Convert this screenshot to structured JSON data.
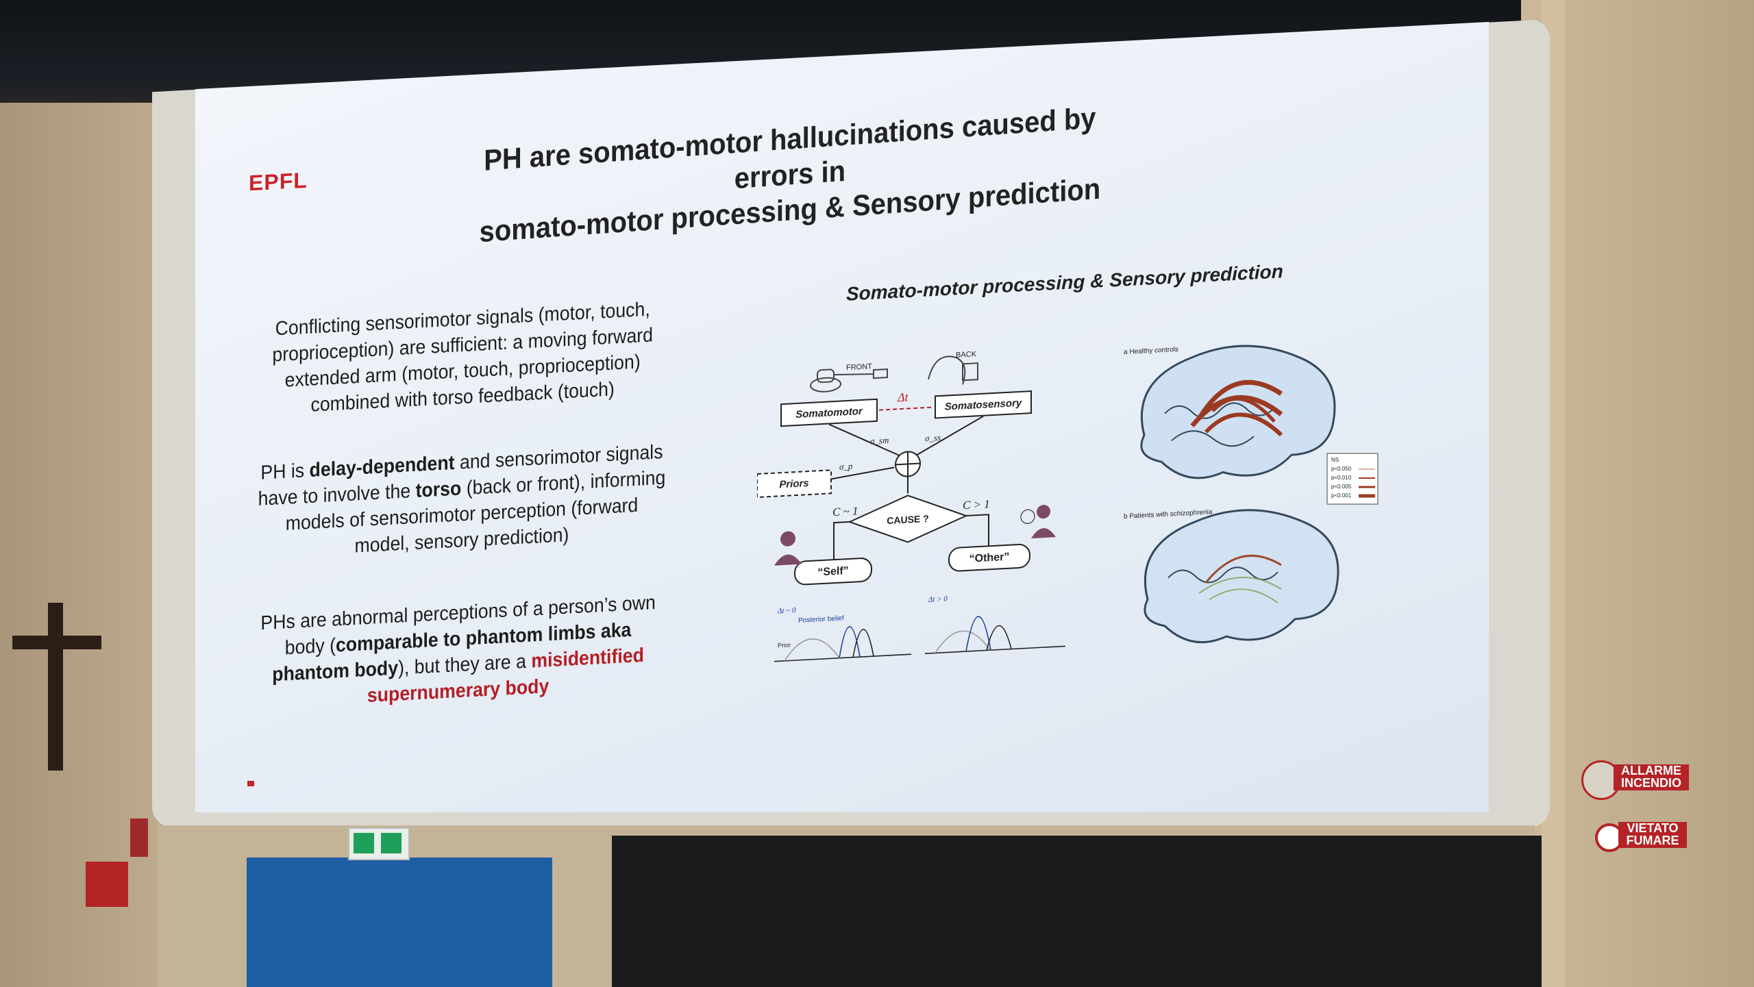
{
  "slide": {
    "logo": "EPFL",
    "title_line1": "PH are somato-motor hallucinations caused by errors in",
    "title_line2": "somato-motor processing & Sensory prediction",
    "subtitle": "Somato-motor processing & Sensory prediction",
    "p1": "Conflicting sensorimotor signals (motor, touch, proprioception) are sufficient: a moving forward extended arm (motor, touch, proprioception) combined with torso feedback (touch)",
    "p2_a": "PH is ",
    "p2_b": "delay-dependent",
    "p2_c": " and sensorimotor signals have to involve the ",
    "p2_d": "torso",
    "p2_e": " (back or front), informing models of sensorimotor perception (forward model, sensory prediction)",
    "p3_a": "PHs are abnormal perceptions of a person’s own body (",
    "p3_b": "comparable to phantom limbs aka phantom body",
    "p3_c": "), but they are a ",
    "p3_d": "misidentified supernumerary body"
  },
  "diagram": {
    "front": "FRONT",
    "back": "BACK",
    "somatomotor": "Somatomotor",
    "somatosensory": "Somatosensory",
    "delta_t": "Δt",
    "sigma_sm": "σ_sm",
    "sigma_ss": "σ_ss",
    "sigma_p": "σ_p",
    "priors": "Priors",
    "cause": "CAUSE ?",
    "c_lt": "C ~ 1",
    "c_gt": "C > 1",
    "self": "“Self”",
    "other": "“Other”",
    "dt0": "Δt ~ 0",
    "dtpos": "Δt > 0",
    "posterior": "Posterior belief",
    "prior": "Prior"
  },
  "brains": {
    "a_label": "a Healthy controls",
    "b_label": "b Patients with schizophrenia",
    "legend": [
      "NS",
      "p<0.050",
      "p<0.010",
      "p<0.005",
      "p<0.001"
    ]
  },
  "room": {
    "alarm": "ALLARME INCENDIO",
    "vietato": "VIETATO FUMARE"
  },
  "colors": {
    "epfl_red": "#c9232c",
    "emphasis_red": "#b51e25",
    "slide_bg": "#eef2f8"
  }
}
